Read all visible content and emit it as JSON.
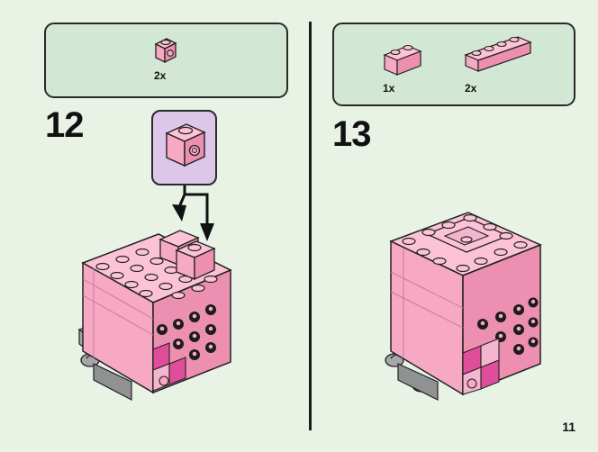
{
  "step12": {
    "number": "12",
    "parts": [
      {
        "qty": "2x",
        "icon": "pink-1x1-round-side-stud-brick-icon"
      }
    ],
    "callout_icon": "pink-1x1-side-stud-brick-icon"
  },
  "step13": {
    "number": "13",
    "parts": [
      {
        "qty": "1x",
        "icon": "pink-1x2-brick-icon"
      },
      {
        "qty": "2x",
        "icon": "pink-1x4-plate-icon"
      }
    ]
  },
  "page": {
    "number": "11"
  },
  "colors": {
    "background": "#e8f3e6",
    "parts_box": "#d3e7d5",
    "callout_box": "#dcc6ea",
    "pink": "#f7a9c4",
    "magenta": "#e04e9b",
    "grey": "#a5a7a9",
    "black": "#1c1c1c"
  }
}
